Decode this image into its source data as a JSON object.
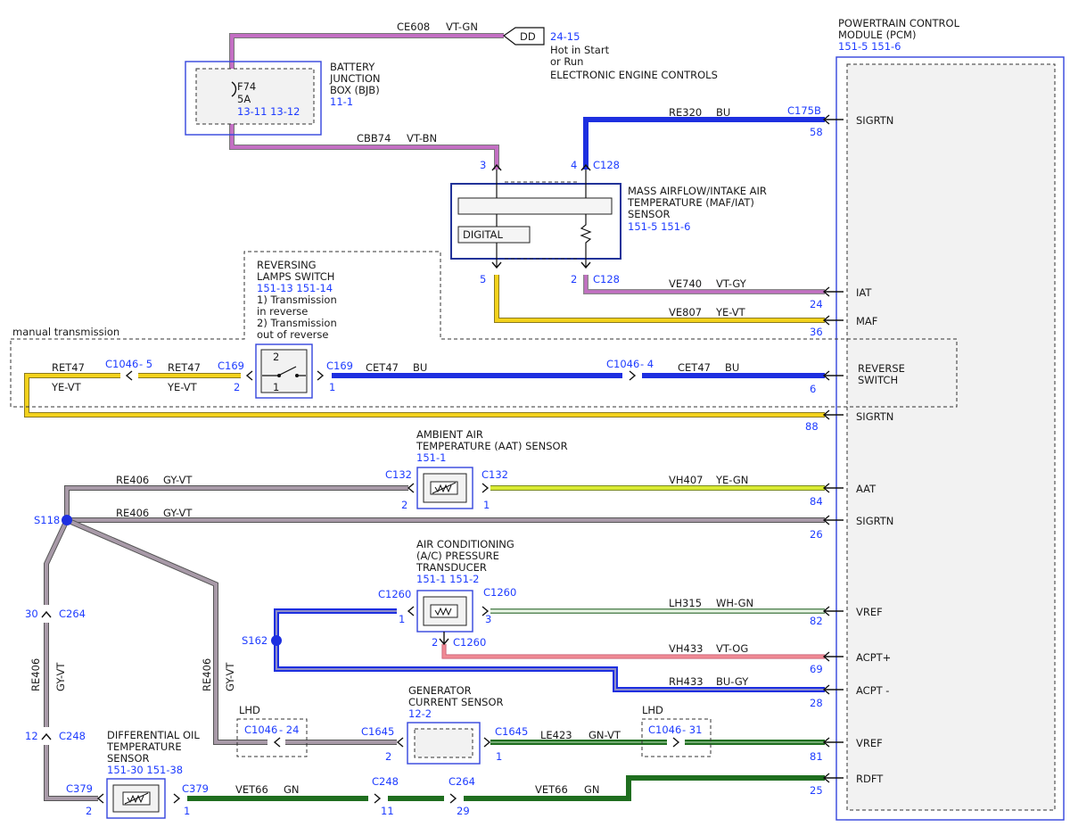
{
  "pcm": {
    "title_line1": "POWERTRAIN CONTROL",
    "title_line2": "MODULE (PCM)",
    "refs": "151-5   151-6",
    "pins": {
      "sigrtn_58": "SIGRTN",
      "iat": "IAT",
      "maf": "MAF",
      "reverse_switch_1": "REVERSE",
      "reverse_switch_2": "SWITCH",
      "sigrtn_88": "SIGRTN",
      "aat": "AAT",
      "sigrtn_26": "SIGRTN",
      "vref_82": "VREF",
      "acpt_plus": "ACPT+",
      "acpt_minus": "ACPT -",
      "vref_81": "VREF",
      "rdft": "RDFT"
    }
  },
  "bjb": {
    "label1": "BATTERY",
    "label2": "JUNCTION",
    "label3": "BOX (BJB)",
    "ref": "11-1",
    "fuse": "F74",
    "amps": "5A",
    "fuse_refs": "13-11   13-12"
  },
  "dd": {
    "tag": "DD",
    "ref": "24-15",
    "line1": "Hot in Start",
    "line2": "or Run",
    "line3": "ELECTRONIC ENGINE CONTROLS"
  },
  "maf": {
    "label1": "MASS AIRFLOW/INTAKE AIR",
    "label2": "TEMPERATURE (MAF/IAT)",
    "label3": "SENSOR",
    "refs": "151-5   151-6",
    "digital": "DIGITAL"
  },
  "rls": {
    "label1": "REVERSING",
    "label2": "LAMPS SWITCH",
    "refs": "151-13   151-14",
    "note1": "1) Transmission",
    "note2": "in reverse",
    "note3": "2) Transmission",
    "note4": "out of reverse",
    "p2": "2",
    "p1": "1"
  },
  "manual": "manual transmission",
  "aat_sensor": {
    "label1": "AMBIENT AIR",
    "label2": "TEMPERATURE (AAT) SENSOR",
    "ref": "151-1"
  },
  "acpt": {
    "label1": "AIR CONDITIONING",
    "label2": "(A/C) PRESSURE",
    "label3": "TRANSDUCER",
    "refs": "151-1   151-2"
  },
  "gen": {
    "label1": "GENERATOR",
    "label2": "CURRENT SENSOR",
    "ref": "12-2"
  },
  "dot": {
    "label1": "DIFFERENTIAL OIL",
    "label2": "TEMPERATURE",
    "label3": "SENSOR",
    "refs": "151-30   151-38"
  },
  "wires": {
    "ce608": "CE608",
    "ce608c": "VT-GN",
    "cbb74": "CBB74",
    "cbb74c": "VT-BN",
    "re320": "RE320",
    "re320c": "BU",
    "ve740": "VE740",
    "ve740c": "VT-GY",
    "ve807": "VE807",
    "ve807c": "YE-VT",
    "ret47": "RET47",
    "ret47c": "YE-VT",
    "cet47": "CET47",
    "cet47c": "BU",
    "re406": "RE406",
    "re406c": "GY-VT",
    "vh407": "VH407",
    "vh407c": "YE-GN",
    "lh315": "LH315",
    "lh315c": "WH-GN",
    "vh433": "VH433",
    "vh433c": "VT-OG",
    "rh433": "RH433",
    "rh433c": "BU-GY",
    "le423": "LE423",
    "le423c": "GN-VT",
    "vet66": "VET66",
    "vet66c": "GN"
  },
  "conn": {
    "c175b": "C175B",
    "c128": "C128",
    "c1046_5": "C1046",
    "c1046_5n": "- 5",
    "c169": "C169",
    "c1046_4": "C1046",
    "c1046_4n": "- 4",
    "c132": "C132",
    "c1260": "C1260",
    "s118": "S118",
    "s162": "S162",
    "c264": "C264",
    "c248": "C248",
    "c379": "C379",
    "c1645": "C1645",
    "c1046_24": "C1046",
    "c1046_24n": "- 24",
    "c1046_31": "C1046",
    "c1046_31n": "- 31",
    "lhd": "LHD"
  },
  "pinnums": {
    "p58": "58",
    "p24": "24",
    "p36": "36",
    "p6": "6",
    "p88": "88",
    "p84": "84",
    "p26": "26",
    "p82": "82",
    "p69": "69",
    "p28": "28",
    "p81": "81",
    "p25": "25",
    "p3": "3",
    "p4": "4",
    "p5": "5",
    "p2": "2",
    "p1": "1",
    "p30": "30",
    "p12": "12",
    "p11": "11",
    "p29": "29"
  },
  "colors": {
    "violet": "#c36fc3",
    "yellow": "#f3d21c",
    "blue": "#1d2fe0",
    "gray": "#a89aa8",
    "yegn": "#d9ea33",
    "whgn": "#c9e5c2",
    "pink": "#f08a94",
    "green": "#1f6e1f"
  }
}
